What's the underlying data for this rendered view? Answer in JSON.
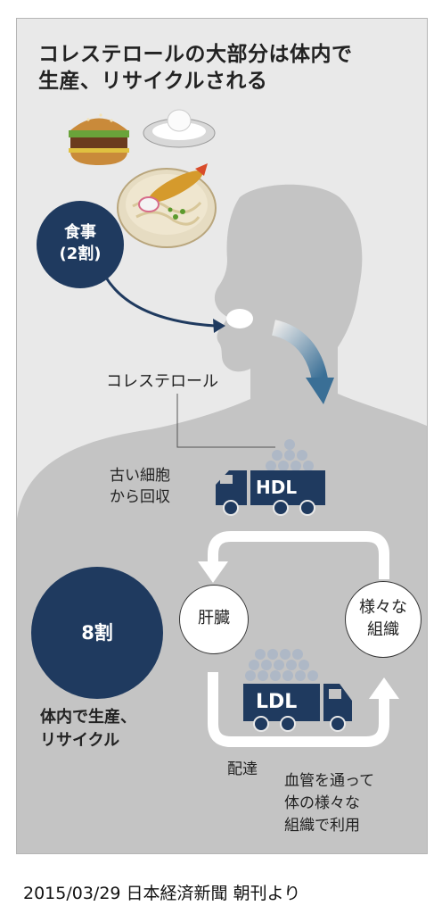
{
  "title": {
    "line1": "コレステロールの大部分は体内で",
    "line2": "生産、リサイクルされる"
  },
  "meal_circle": {
    "line1": "食事",
    "line2": "(2割)"
  },
  "cholesterol_label": "コレステロール",
  "hdl": {
    "label": "HDL",
    "note_line1": "古い細胞",
    "note_line2": "から回収"
  },
  "ldl": {
    "label": "LDL"
  },
  "liver": "肝臓",
  "tissues": {
    "line1": "様々な",
    "line2": "組織"
  },
  "internal": {
    "circle": "8割",
    "line1": "体内で生産、",
    "line2": "リサイクル"
  },
  "delivery": "配達",
  "usage": {
    "line1": "血管を通って",
    "line2": "体の様々な",
    "line3": "組織で利用"
  },
  "source": "2015/03/29 日本経済新聞 朝刊より",
  "colors": {
    "navy": "#1f3a5f",
    "blue": "#3a6f96",
    "silhouette": "#c4c4c4",
    "panel": "#e9e9e9"
  }
}
